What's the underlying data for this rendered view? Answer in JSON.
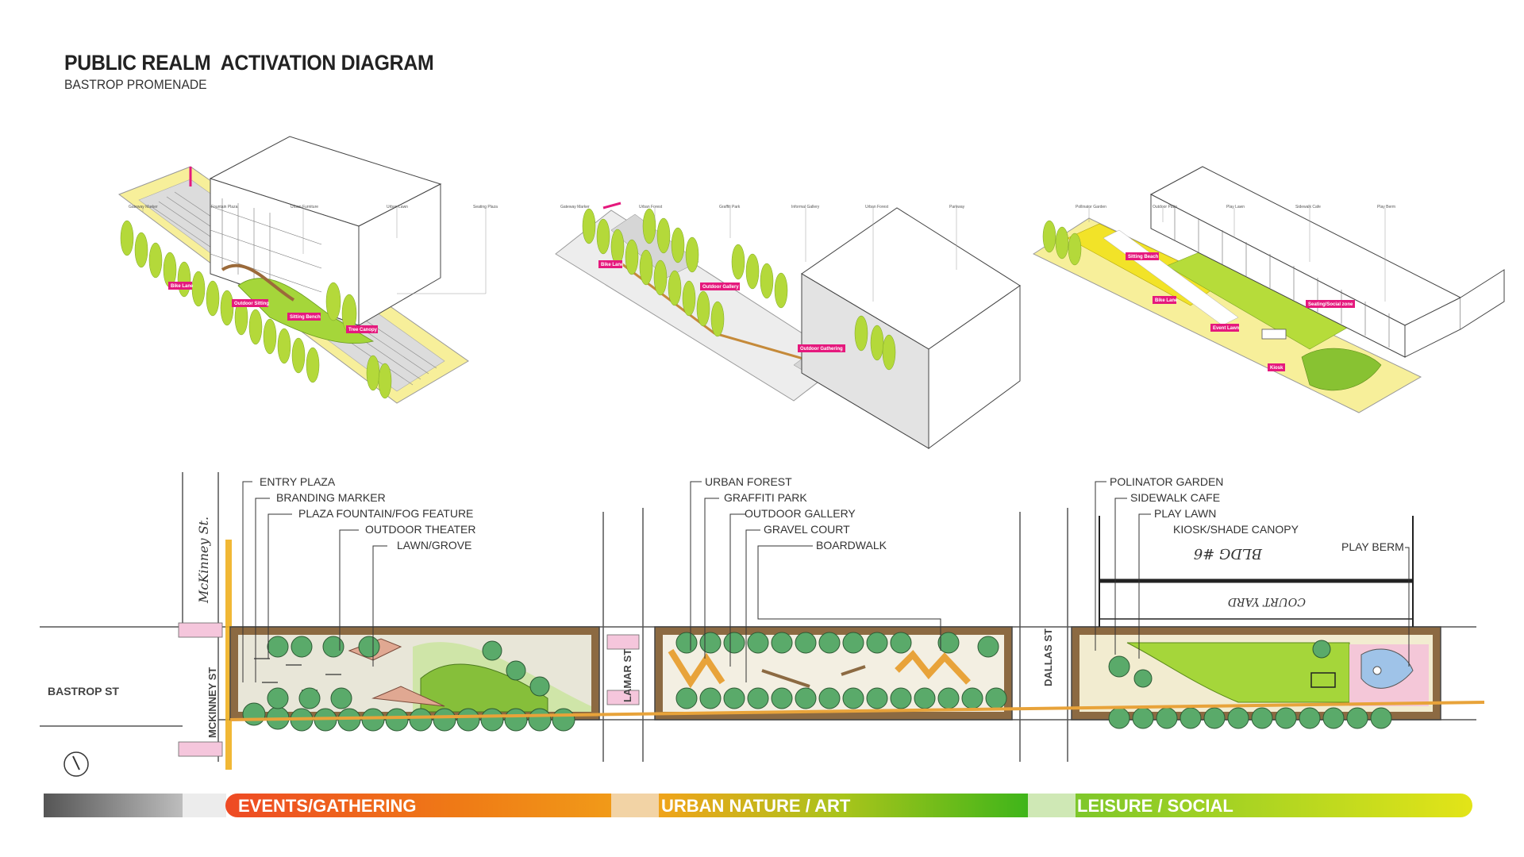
{
  "header": {
    "title": "PUBLIC REALM  ACTIVATION DIAGRAM",
    "subtitle": "BASTROP PROMENADE"
  },
  "axon_1": {
    "callouts": [
      "Gateway Marker",
      "Fountain Plaza",
      "Urban Furniture",
      "Urban Lawn",
      "Seating Plaza"
    ],
    "tags": [
      "Bike Lane",
      "Outdoor Sitting",
      "Sitting Bench",
      "Tree Canopy"
    ]
  },
  "axon_2": {
    "callouts": [
      "Gateway Marker",
      "Urban Forest",
      "Graffiti Park",
      "Informal Gallery",
      "Urban Forest",
      "Parkway"
    ],
    "tags": [
      "Bike Lane",
      "Outdoor Gallery",
      "Outdoor Gathering"
    ]
  },
  "axon_3": {
    "callouts": [
      "Pollinator Garden",
      "Outdoor Patio",
      "Play Lawn",
      "Sidewalk Cafe",
      "Play Berm"
    ],
    "tags": [
      "Sitting Beach",
      "Bike Lane",
      "Event Lawn",
      "Seating/Social zone",
      "Kiosk"
    ]
  },
  "plan": {
    "streets": {
      "bastrop": "BASTROP ST",
      "mckinney_handwritten": "McKinney St.",
      "mckinney": "MCKINNEY ST",
      "lamar": "LAMAR ST",
      "dallas": "DALLAS ST"
    },
    "handwritten": {
      "bldg": "BLDG #6",
      "court_yard": "COURT YARD"
    },
    "section_1_labels": [
      "ENTRY PLAZA",
      "BRANDING MARKER",
      "PLAZA FOUNTAIN/FOG FEATURE",
      "OUTDOOR THEATER",
      "LAWN/GROVE"
    ],
    "section_2_labels": [
      "URBAN FOREST",
      "GRAFFITI PARK",
      "OUTDOOR GALLERY",
      "GRAVEL COURT",
      "BOARDWALK"
    ],
    "section_3_labels": [
      "POLINATOR GARDEN",
      "SIDEWALK CAFE",
      "PLAY LAWN",
      "KIOSK/SHADE CANOPY",
      "PLAY BERM"
    ]
  },
  "legend_bar": {
    "events": "EVENTS/GATHERING",
    "nature": "URBAN NATURE / ART",
    "leisure": "LEISURE / SOCIAL"
  },
  "colors": {
    "tag_magenta": "#e5197d",
    "lawn_green": "#a5d63a",
    "plaza_yellow": "#f7ef9a",
    "tree_green": "#5aaa6a",
    "path_orange": "#e8a33a",
    "events_orange": "#ef6a1e",
    "nature_green": "#5cba1e",
    "leisure_yellow": "#d9e21a"
  }
}
